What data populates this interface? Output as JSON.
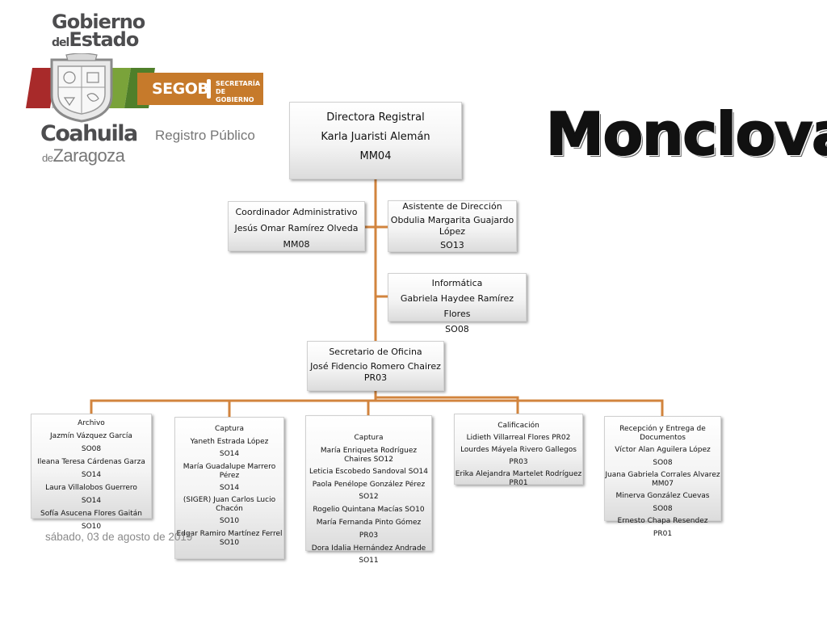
{
  "logo": {
    "gobierno": "Gobierno",
    "del": "del",
    "estado": "Estado",
    "segob": "SEGOB",
    "secretaria": "SECRETARÍA",
    "de_gobierno": "DE GOBIERNO",
    "coahuila": "Coahuila",
    "de": "de",
    "zaragoza": "Zaragoza",
    "registro": "Registro Público"
  },
  "city": "Monclova",
  "nodes": {
    "directora": {
      "title": "Directora Registral",
      "name": "Karla Juaristi Alemán",
      "code": "MM04"
    },
    "coordinador": {
      "title": "Coordinador Administrativo",
      "name": "Jesús Omar Ramírez Olveda",
      "code": "MM08"
    },
    "asistente": {
      "title": "Asistente de Dirección",
      "name": "Obdulia Margarita Guajardo López",
      "code": "SO13"
    },
    "informatica": {
      "title": "Informática",
      "name": "Gabriela Haydee Ramírez Flores",
      "code": "SO08"
    },
    "secretario": {
      "title": "Secretario de Oficina",
      "name": "José Fidencio Romero Chairez",
      "code": "PR03"
    },
    "archivo": [
      "Archivo",
      "Jazmín Vázquez García",
      "SO08",
      "Ileana Teresa Cárdenas Garza",
      "SO14",
      "Laura Villalobos Guerrero",
      "SO14",
      "Sofía Asucena Flores Gaitán SO10"
    ],
    "captura1": [
      "Captura",
      "Yaneth Estrada López",
      "SO14",
      "María Guadalupe Marrero Pérez",
      "SO14",
      "(SIGER) Juan Carlos Lucio Chacón",
      "SO10",
      "Edgar Ramiro Martínez Ferrel SO10"
    ],
    "captura2": [
      "Captura",
      "María Enriqueta Rodríguez Chaires SO12",
      "Leticia Escobedo Sandoval  SO14",
      "Paola Penélope González Pérez SO12",
      "Rogelio Quintana Macías  SO10",
      "María Fernanda Pinto Gómez PR03",
      "Dora Idalia Hernández Andrade SO11"
    ],
    "calificacion": [
      "Calificación",
      "Lidieth Villarreal Flores PR02",
      "Lourdes Máyela Rivero Gallegos PR03",
      "Erika Alejandra Martelet Rodríguez PR01"
    ],
    "recepcion": [
      "Recepción y Entrega de Documentos",
      "Víctor Alan Aguilera López SO08",
      "Juana Gabriela Corrales Alvarez MM07",
      "Minerva González Cuevas SO08",
      "Ernesto Chapa Resendez",
      "PR01"
    ]
  },
  "date": "sábado, 03 de agosto de 2019",
  "colors": {
    "connector": "#d2843e",
    "segob": "#c67a2b"
  }
}
